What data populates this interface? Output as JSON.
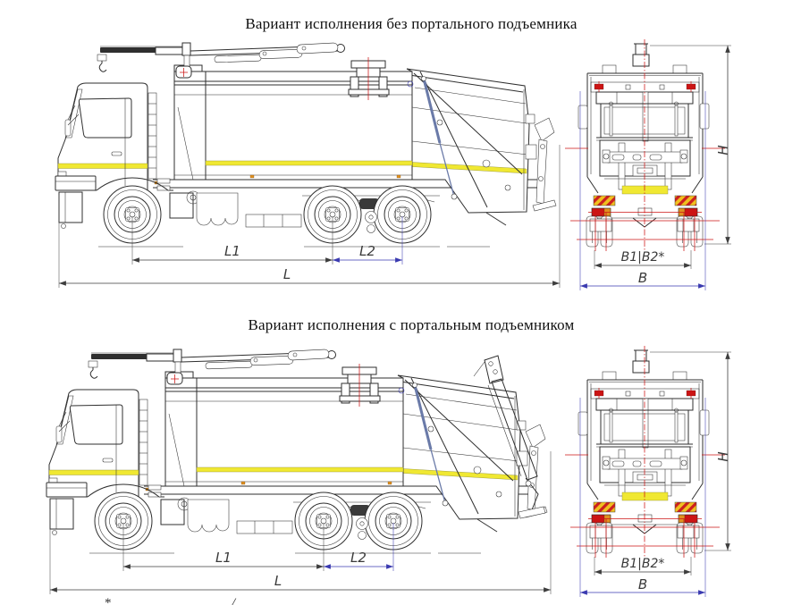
{
  "page": {
    "background": "#ffffff"
  },
  "sections": [
    {
      "id": "without-portal-lift",
      "title": "Вариант исполнения без портального подъемника",
      "side_dims": {
        "l1": "L1",
        "l2": "L2",
        "l": "L"
      },
      "rear_dims": {
        "h": "H",
        "b1b2": "B1|B2*",
        "b": "B"
      }
    },
    {
      "id": "with-portal-lift",
      "title": "Вариант исполнения с портальным подъемником",
      "side_dims": {
        "l1": "L1",
        "l2": "L2",
        "l": "L"
      },
      "rear_dims": {
        "h": "H",
        "b1b2": "B1|B2*",
        "b": "B"
      }
    }
  ],
  "footnote": {
    "left_mark": "*",
    "right_mark": "/"
  },
  "colors": {
    "line": "#2f2f2f",
    "dim": "#3d3d3d",
    "dim_blue": "#3a3ab0",
    "centerline_red": "#cc1414",
    "stripe_yellow": "#f0e832",
    "hazard_red": "#cc2020",
    "hazard_yellow": "#f0c020",
    "amber": "#e09020",
    "cylinder_blue": "#6a7aa8"
  }
}
